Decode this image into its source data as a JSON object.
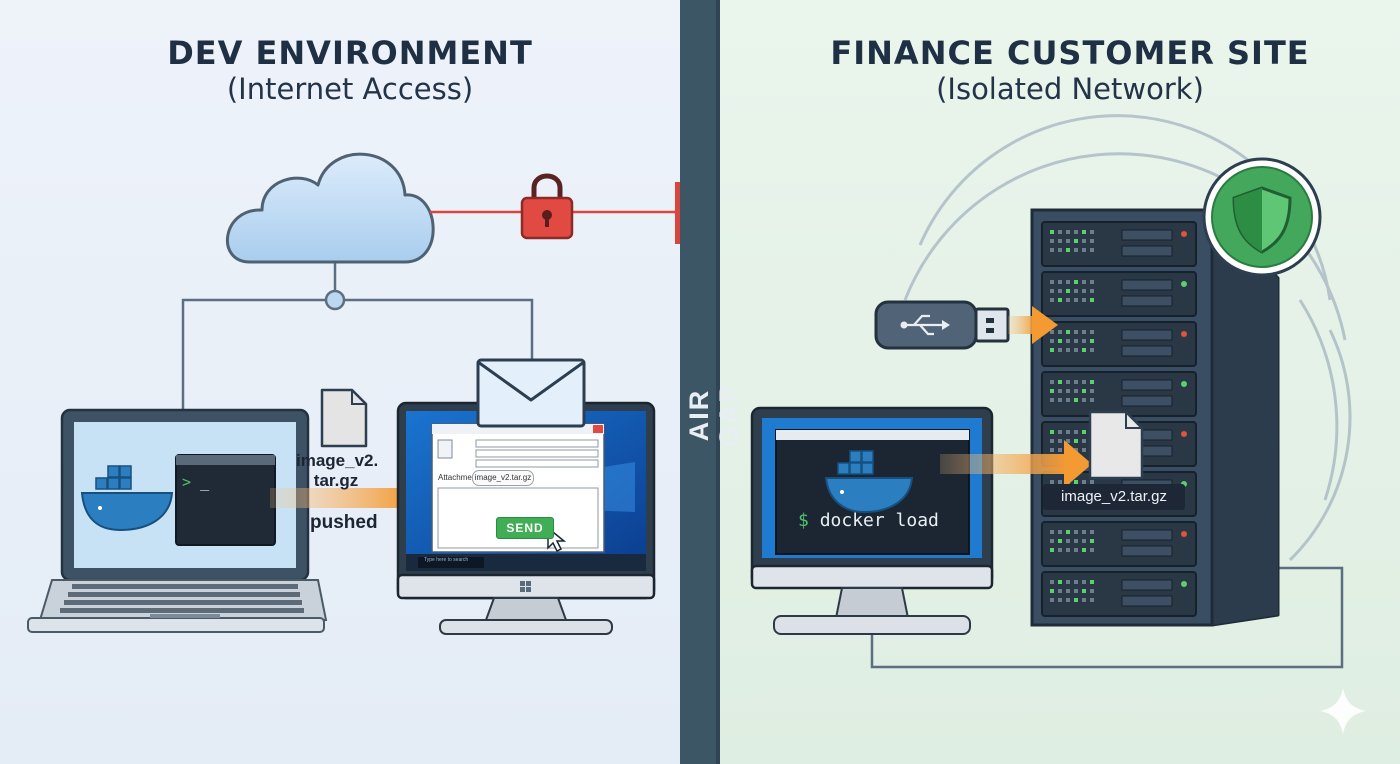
{
  "left_panel": {
    "title": "DEV ENVIRONMENT",
    "subtitle": "(Internet Access)",
    "file_label": "image_v2.\ntar.gz",
    "pushed_label": "pushed",
    "terminal_prompt": ">",
    "terminal_cursor": "_",
    "email_window": {
      "attachment_label": "Attachment:",
      "attachment_file": "image_v2.tar.gz",
      "send_label": "SEND",
      "taskbar_search": "Type here to search"
    }
  },
  "divider": {
    "label": "AIR GAP"
  },
  "right_panel": {
    "title": "FINANCE CUSTOMER SITE",
    "subtitle": "(Isolated Network)",
    "command_prompt": "$",
    "command": "docker load",
    "file_label": "image_v2.tar.gz"
  },
  "icons": [
    "cloud-icon",
    "padlock-icon",
    "docker-whale-icon",
    "envelope-icon",
    "file-icon",
    "usb-drive-icon",
    "shield-icon",
    "windows-logo-icon",
    "mouse-cursor-icon",
    "sparkle-icon"
  ],
  "colors": {
    "left_bg": "#e8eff8",
    "right_bg": "#e4f1e6",
    "divider": "#3d5666",
    "arrow": "#f39a33",
    "lock_line": "#d9453f",
    "shield": "#3fa75a",
    "docker_blue": "#2b7fc0"
  }
}
